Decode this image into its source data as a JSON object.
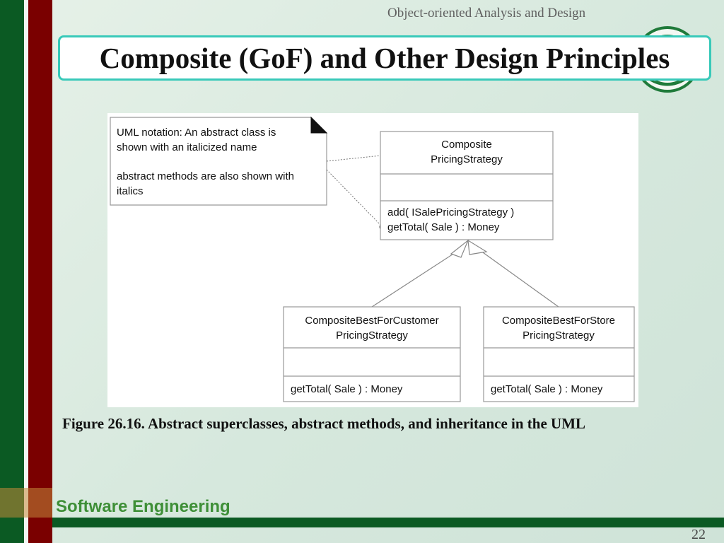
{
  "header": {
    "course_title": "Object-oriented Analysis and Design"
  },
  "slide": {
    "title": "Composite (GoF) and Other Design Principles",
    "caption": "Figure 26.16. Abstract superclasses, abstract methods, and inheritance in the UML"
  },
  "diagram": {
    "note": {
      "lines": [
        "UML notation: An abstract class is",
        "shown with an italicized name",
        "",
        "abstract methods are also shown with",
        "italics"
      ]
    },
    "superclass": {
      "name_lines": [
        "Composite",
        "PricingStrategy"
      ],
      "methods": [
        "add( ISalePricingStrategy )",
        "getTotal( Sale ) : Money"
      ]
    },
    "subclasses": [
      {
        "name_lines": [
          "CompositeBestForCustomer",
          "PricingStrategy"
        ],
        "methods": [
          "getTotal( Sale ) : Money"
        ]
      },
      {
        "name_lines": [
          "CompositeBestForStore",
          "PricingStrategy"
        ],
        "methods": [
          "getTotal( Sale ) : Money"
        ]
      }
    ]
  },
  "footer": {
    "title": "Software Engineering",
    "page_number": "22"
  },
  "colors": {
    "dark_green": "#0b5a23",
    "dark_red": "#7a0000",
    "title_border": "#38c9b9",
    "footer_text": "#3e8f37"
  }
}
